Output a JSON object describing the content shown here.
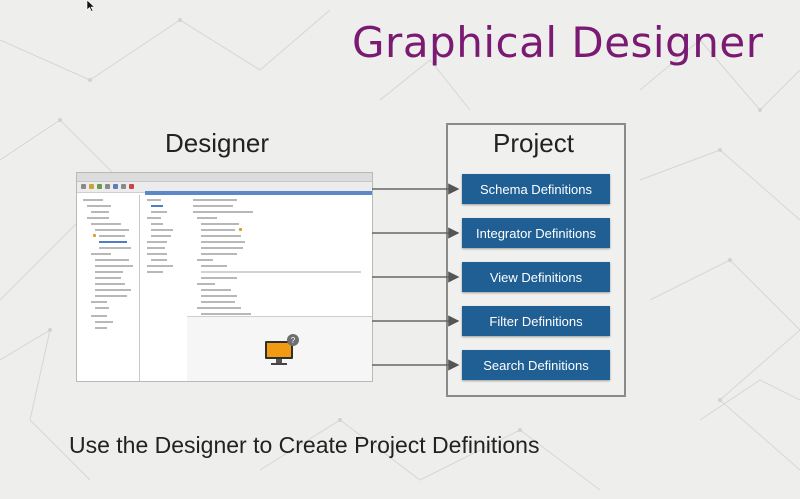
{
  "slide": {
    "title": "Graphical Designer",
    "designer_label": "Designer",
    "project_label": "Project",
    "caption": "Use the Designer to Create Project Definitions",
    "accent_title_color": "#7a1a72",
    "button_color": "#1f5f94"
  },
  "definitions": [
    {
      "label": "Schema Definitions"
    },
    {
      "label": "Integrator Definitions"
    },
    {
      "label": "View Definitions"
    },
    {
      "label": "Filter Definitions"
    },
    {
      "label": "Search Definitions"
    }
  ],
  "screenshot": {
    "icons": [
      "monitor-icon",
      "question-badge-icon"
    ]
  }
}
